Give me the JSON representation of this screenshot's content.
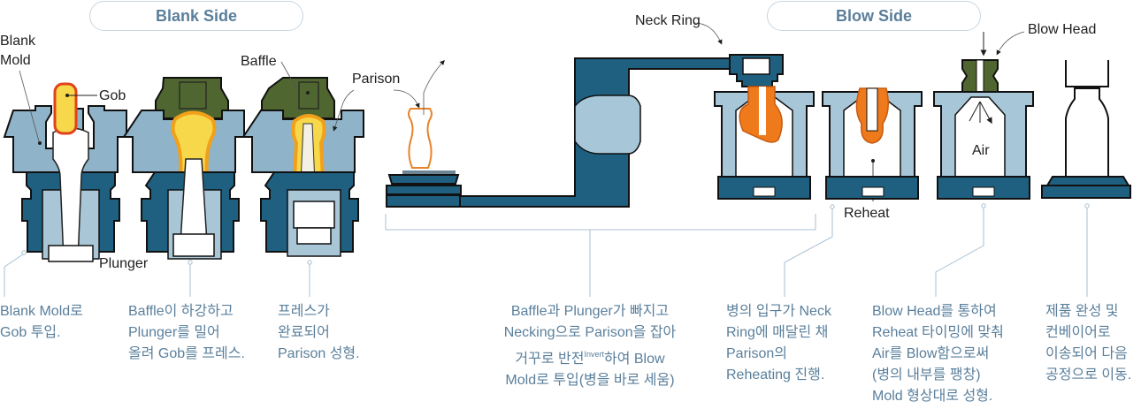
{
  "sections": {
    "blank_side": "Blank Side",
    "blow_side": "Blow Side"
  },
  "labels": {
    "blank_mold_1": "Blank",
    "blank_mold_2": "Mold",
    "gob": "Gob",
    "baffle": "Baffle",
    "parison": "Parison",
    "plunger": "Plunger",
    "neck_ring": "Neck Ring",
    "blow_head": "Blow Head",
    "air": "Air",
    "reheat": "Reheat"
  },
  "steps": [
    {
      "lines": [
        "Blank Mold로",
        "Gob 투입."
      ]
    },
    {
      "lines": [
        "Baffle이 하강하고",
        "Plunger를 밀어",
        "올려 Gob를 프레스."
      ]
    },
    {
      "lines": [
        "프레스가",
        "완료되어",
        "Parison 성형."
      ]
    },
    {
      "lines": [
        "Baffle과 Plunger가 빠지고",
        "Necking으로 Parison을 잡아",
        "거꾸로 반전",
        "하여 Blow",
        "Mold로 투입(병을 바로 세움)"
      ],
      "superscript": "Invert"
    },
    {
      "lines": [
        "병의 입구가 Neck",
        "Ring에 매달린 채",
        "Parison의",
        "Reheating 진행."
      ]
    },
    {
      "lines": [
        "Blow Head를 통하여",
        "Reheat 타이밍에 맞춰",
        "Air를 Blow함으로써",
        "(병의 내부를 팽창)",
        "Mold 형상대로 성형."
      ]
    },
    {
      "lines": [
        "제품 완성 및",
        "컨베이어로",
        "이송되어 다음",
        "공정으로 이동."
      ]
    }
  ],
  "colors": {
    "section_text": "#5a7f9b",
    "mold_light": "#8fb3c8",
    "mold_dark": "#1f5f80",
    "baffle": "#4f6630",
    "hot_glass": "#f2a01a",
    "glass_yellow": "#f7d84a",
    "parison_orange": "#ef7a1c",
    "leader_line": "#a9bfd0"
  }
}
